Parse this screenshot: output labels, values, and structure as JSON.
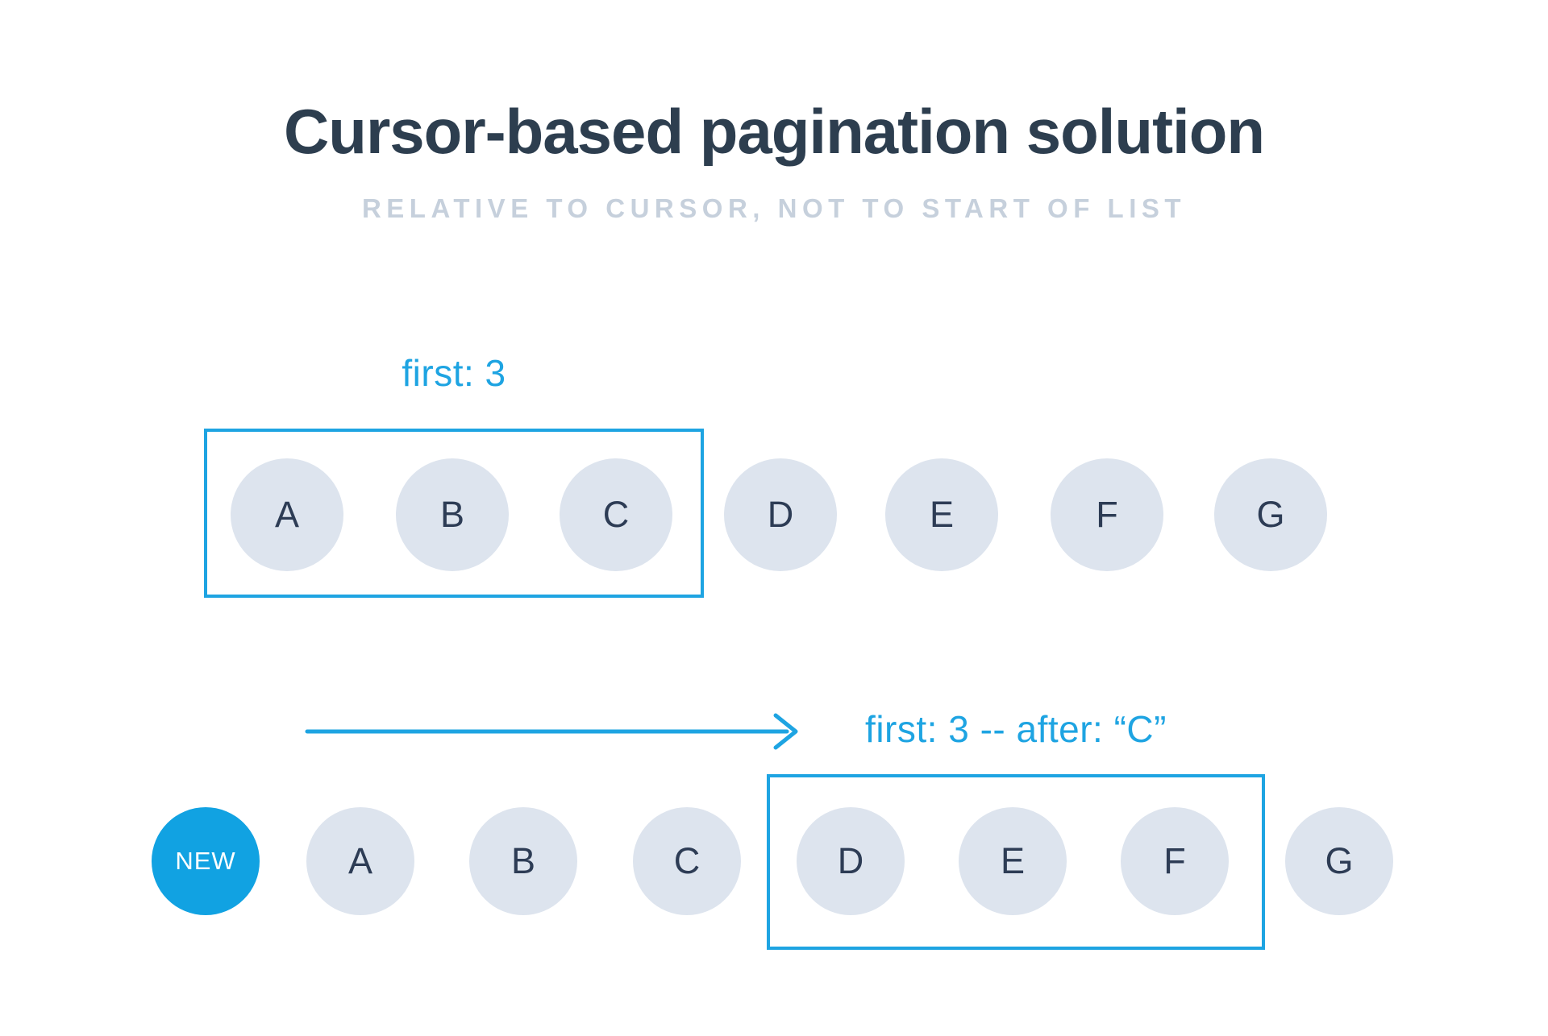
{
  "title": "Cursor-based pagination solution",
  "subtitle": "RELATIVE TO CURSOR, NOT TO START OF LIST",
  "row1": {
    "query_label": "first: 3",
    "items": [
      "A",
      "B",
      "C",
      "D",
      "E",
      "F",
      "G"
    ],
    "selected_window": [
      "A",
      "B",
      "C"
    ]
  },
  "transition": {
    "query_label": "first: 3 -- after: “C”",
    "arrow_direction": "right"
  },
  "row2": {
    "items": [
      "NEW",
      "A",
      "B",
      "C",
      "D",
      "E",
      "F",
      "G"
    ],
    "selected_window": [
      "D",
      "E",
      "F"
    ],
    "new_item_label": "NEW"
  },
  "colors": {
    "accent_blue": "#1ea4e2",
    "new_item_fill": "#11a2e2",
    "circle_fill": "#dde4ee",
    "circle_text": "#2d3c55",
    "title_text": "#2d3e4f",
    "subtitle_text": "#c6d0dc"
  }
}
